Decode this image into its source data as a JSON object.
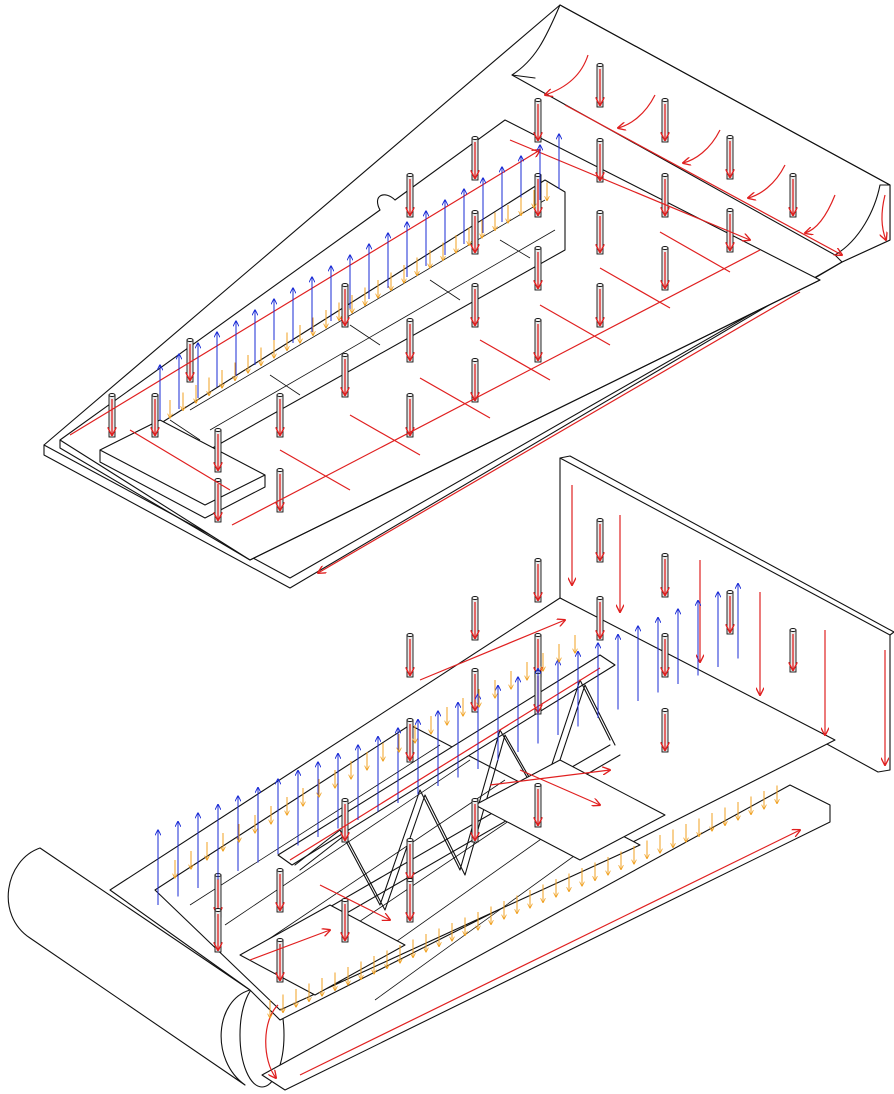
{
  "diagram": {
    "kind": "isometric structural load-path diagram",
    "panels": [
      "upper-assembly",
      "lower-assembly"
    ],
    "legend_colors": {
      "load_arrow": "#e02020",
      "upward_reaction_arrow": "#1a2bd6",
      "distributed_load_arrow": "#f0a020",
      "line_work": "#111111"
    },
    "text_labels": []
  }
}
